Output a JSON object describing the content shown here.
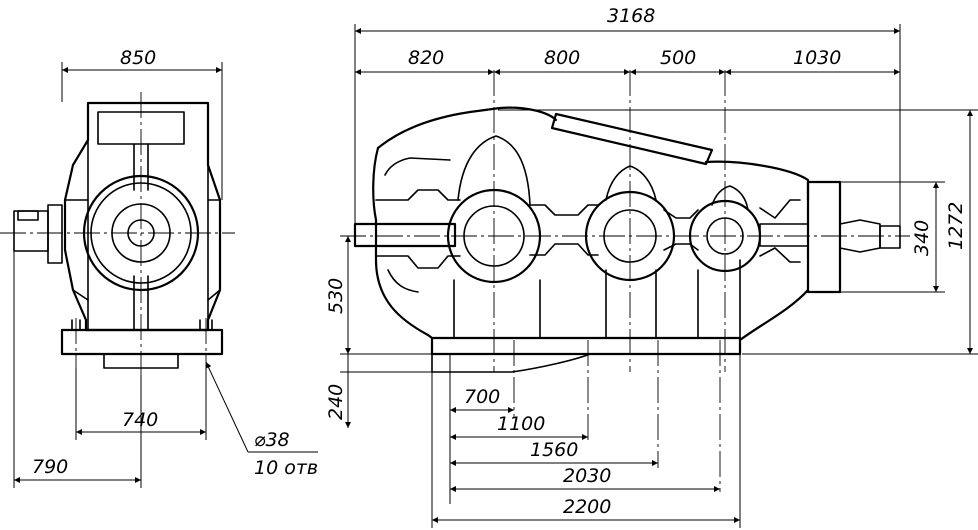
{
  "dimensions": {
    "side_overall_length": "3168",
    "side_segment_1": "820",
    "side_segment_2": "800",
    "side_segment_3": "500",
    "side_segment_4": "1030",
    "overall_height": "1272",
    "shaft_height": "530",
    "foot_height": "240",
    "flange_diameter": "340",
    "base_700": "700",
    "base_1100": "1100",
    "base_1560": "1560",
    "base_2030": "2030",
    "base_2200": "2200",
    "front_width": "850",
    "front_bolt_spacing": "740",
    "front_shaft_offset": "790",
    "hole_diameter": "⌀38",
    "hole_count": "10 отв"
  }
}
